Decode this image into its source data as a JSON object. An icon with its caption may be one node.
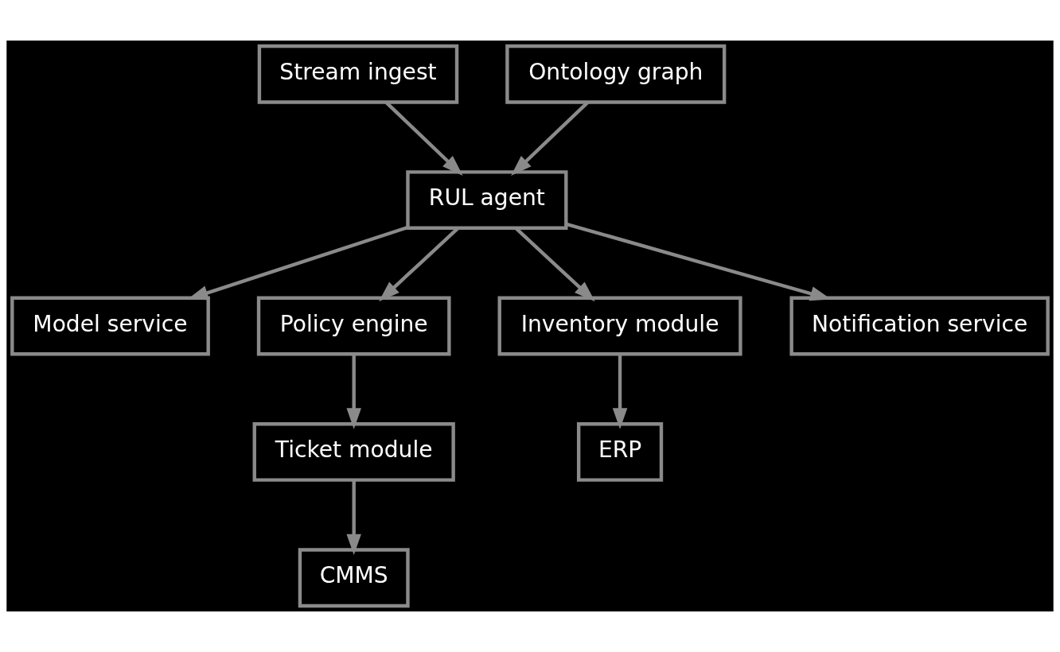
{
  "diagram": {
    "nodes": [
      {
        "text": [
          "Stream ingest"
        ]
      },
      {
        "text": [
          "Ontology graph"
        ]
      },
      {
        "text": [
          "RUL agent"
        ]
      },
      {
        "text": [
          "Model service"
        ]
      },
      {
        "text": [
          "Policy engine"
        ]
      },
      {
        "text": [
          "Inventory module"
        ]
      },
      {
        "text": [
          "Notification service"
        ]
      },
      {
        "text": [
          "Ticket module"
        ]
      },
      {
        "text": [
          "ERP"
        ]
      },
      {
        "text": [
          "CMMS"
        ]
      }
    ],
    "edges": [
      {
        "from": 0,
        "to": 2,
        "arrow": "to"
      },
      {
        "from": 1,
        "to": 2,
        "arrow": "to"
      },
      {
        "from": 2,
        "to": 3,
        "arrow": "to"
      },
      {
        "from": 2,
        "to": 4,
        "arrow": "to"
      },
      {
        "from": 2,
        "to": 5,
        "arrow": "to"
      },
      {
        "from": 2,
        "to": 6,
        "arrow": "to"
      },
      {
        "from": 4,
        "to": 7,
        "arrow": "to"
      },
      {
        "from": 5,
        "to": 8,
        "arrow": "to"
      },
      {
        "from": 7,
        "to": 9,
        "arrow": "to"
      }
    ]
  }
}
